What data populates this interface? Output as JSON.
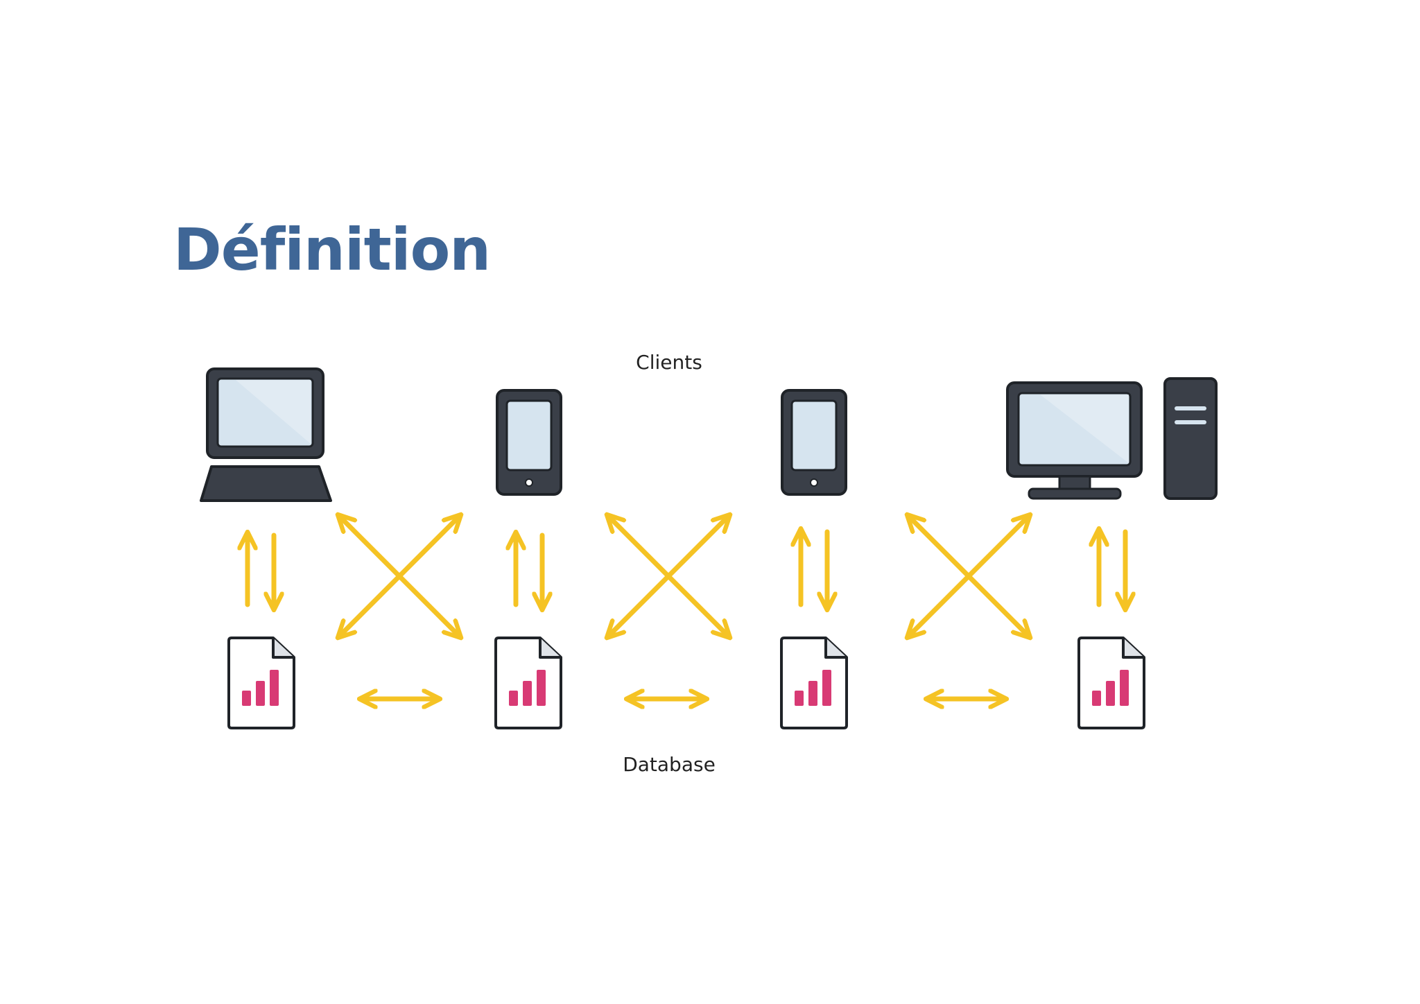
{
  "slide": {
    "title": "Définition"
  },
  "diagram": {
    "top_label": "Clients",
    "bottom_label": "Database"
  },
  "colors": {
    "title": "#3f6696",
    "arrow": "#f5c324",
    "device_dark": "#3a3f48",
    "device_screen": "#d6e4ef",
    "chart_bar": "#d83a74",
    "outline": "#1f2328"
  },
  "icons": {
    "clients": [
      "laptop-icon",
      "tablet-icon",
      "tablet-icon",
      "desktop-computer-icon"
    ],
    "databases": [
      "chart-document-icon",
      "chart-document-icon",
      "chart-document-icon",
      "chart-document-icon"
    ]
  }
}
